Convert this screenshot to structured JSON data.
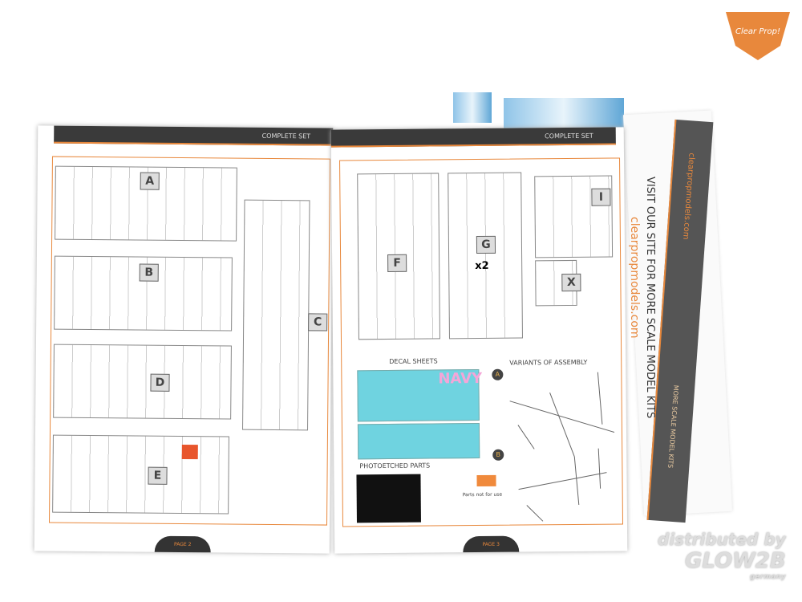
{
  "brand": {
    "logo_text": "Clear Prop!"
  },
  "left_page": {
    "header": "COMPLETE SET",
    "page_label": "PAGE 2",
    "sprues": [
      "A",
      "B",
      "C",
      "D",
      "E"
    ]
  },
  "right_page": {
    "header": "COMPLETE SET",
    "page_label": "PAGE 3",
    "sprues": [
      "F",
      "G",
      "I",
      "X"
    ],
    "multiplier": "x2",
    "decal_title": "DECAL SHEETS",
    "decal_text": "NAVY",
    "pe_title": "PHOTOETCHED PARTS",
    "legend_text": "Parts not for use",
    "variants_title": "VARIANTS OF ASSEMBLY",
    "variants": [
      "A",
      "B"
    ]
  },
  "back_page": {
    "url_strip": "clearpropmodels.com",
    "cta": "VISIT OUR SITE FOR MORE SCALE MODEL KITS",
    "url_orange": "clearpropmodels.com",
    "strip_footer": "MORE SCALE MODEL KITS"
  },
  "watermark": {
    "line1": "distributed by",
    "line2": "GLOW2B",
    "line3": "germany"
  },
  "colors": {
    "accent": "#e8883c",
    "dark": "#3a3a3a",
    "decal": "#6fd3e0"
  }
}
